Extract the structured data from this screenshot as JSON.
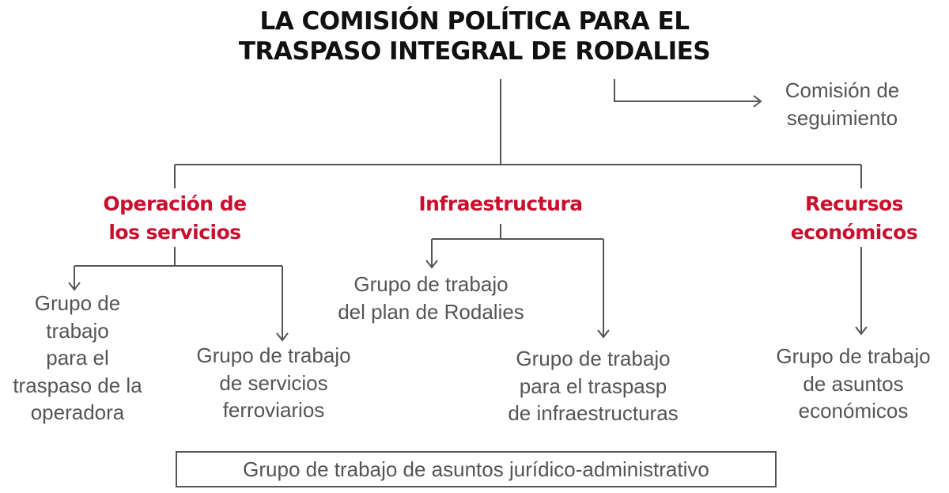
{
  "title": {
    "line1": "LA COMISIÓN POLÍTICA PARA EL",
    "line2": "TRASPASO INTEGRAL DE RODALIES"
  },
  "side_commission": {
    "line1": "Comisión de",
    "line2": "seguimiento"
  },
  "branches": {
    "operacion": {
      "line1": "Operación de",
      "line2": "los servicios"
    },
    "infraestructura": {
      "line1": "Infraestructura"
    },
    "recursos": {
      "line1": "Recursos",
      "line2": "económicos"
    }
  },
  "groups": {
    "traspaso_operadora": [
      "Grupo de",
      "trabajo",
      "para el",
      "traspaso de la",
      "operadora"
    ],
    "servicios_ferroviarios": [
      "Grupo de trabajo",
      "de servicios",
      "ferroviarios"
    ],
    "plan_rodalies": [
      "Grupo de trabajo",
      "del plan de Rodalies"
    ],
    "traspaso_infraestructuras": [
      "Grupo de trabajo",
      "para el traspasp",
      "de infraestructuras"
    ],
    "asuntos_economicos": [
      "Grupo de trabajo",
      "de asuntos",
      "económicos"
    ]
  },
  "legal_group": "Grupo de trabajo de asuntos jurídico-administrativo",
  "colors": {
    "title": "#111111",
    "branch": "#c8102e",
    "text": "#555555",
    "line": "#555555"
  }
}
